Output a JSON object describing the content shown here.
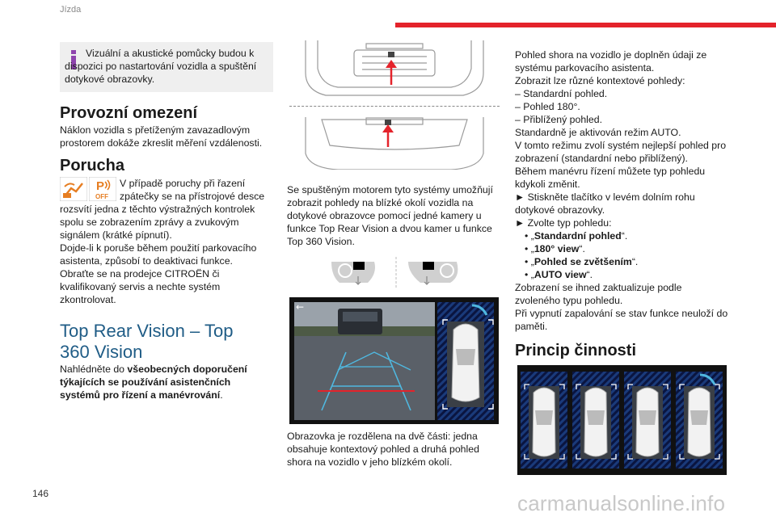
{
  "header": {
    "section": "Jízda",
    "page_number": "146"
  },
  "watermark": "carmanualsonline.info",
  "colors": {
    "accent_red": "#e4232b",
    "heading_blue": "#1f5c86",
    "info_purple": "#8e44ad"
  },
  "info_box": {
    "text": "Vizuální a akustické pomůcky budou k dispozici po nastartování vozidla a spuštění dotykové obrazovky.",
    "icon": "info-icon"
  },
  "provozni": {
    "title": "Provozní omezení",
    "text": "Náklon vozidla s přetíženým zavazadlovým prostorem dokáže zkreslit měření vzdálenosti."
  },
  "porucha": {
    "title": "Porucha",
    "p1": "V případě poruchy při řazení zpátečky se na přístrojové desce rozsvítí jedna z těchto výstražných kontrolek spolu se zobrazením zprávy a zvukovým signálem (krátké pípnutí).",
    "p2": "Dojde-li k poruše během použití parkovacího asistenta, způsobí to deaktivaci funkce.",
    "p3": "Obraťte se na prodejce CITROËN či kvalifikovaný servis a nechte systém zkontrolovat.",
    "warning_icon_label": "OFF"
  },
  "top_rear": {
    "title": "Top Rear Vision – Top 360 Vision",
    "ref_prefix": "Nahlédněte do ",
    "ref_bold": "všeobecných doporučení týkajících se používání asistenčních systémů pro řízení a manévrování",
    "ref_suffix": "."
  },
  "col2": {
    "p1": "Se spuštěným motorem tyto systémy umožňují zobrazit pohledy na blízké okolí vozidla na dotykové obrazovce pomocí jedné kamery u funkce Top Rear Vision a dvou kamer u funkce Top 360 Vision.",
    "p2": "Obrazovka je rozdělena na dvě části: jedna obsahuje kontextový pohled a druhá pohled shora na vozidlo v jeho blízkém okolí.",
    "screen_back_glyph": "←"
  },
  "col3": {
    "lines": [
      "Pohled shora na vozidlo je doplněn údaji ze systému parkovacího asistenta.",
      "Zobrazit lze různé kontextové pohledy:",
      "–  Standardní pohled.",
      "–  Pohled 180°.",
      "–  Přiblížený pohled.",
      "Standardně je aktivován režim AUTO.",
      "V tomto režimu zvolí systém nejlepší pohled pro zobrazení (standardní nebo přiblížený).",
      "Během manévru řízení můžete typ pohledu kdykoli změnit.",
      "►  Stiskněte tlačítko v levém dolním rohu dotykové obrazovky.",
      "►  Zvolte typ pohledu:"
    ],
    "options": [
      {
        "pre": "„",
        "bold": "Standardní pohled",
        "post": "“."
      },
      {
        "pre": "„",
        "bold": "180° view",
        "post": "“."
      },
      {
        "pre": "„",
        "bold": "Pohled se zvětšením",
        "post": "“."
      },
      {
        "pre": "„",
        "bold": "AUTO view",
        "post": "“."
      }
    ],
    "after": [
      "Zobrazení se ihned zaktualizuje podle zvoleného typu pohledu.",
      "Při vypnutí zapalování se stav funkce neuloží do paměti."
    ],
    "principle_title": "Princip činnosti"
  }
}
